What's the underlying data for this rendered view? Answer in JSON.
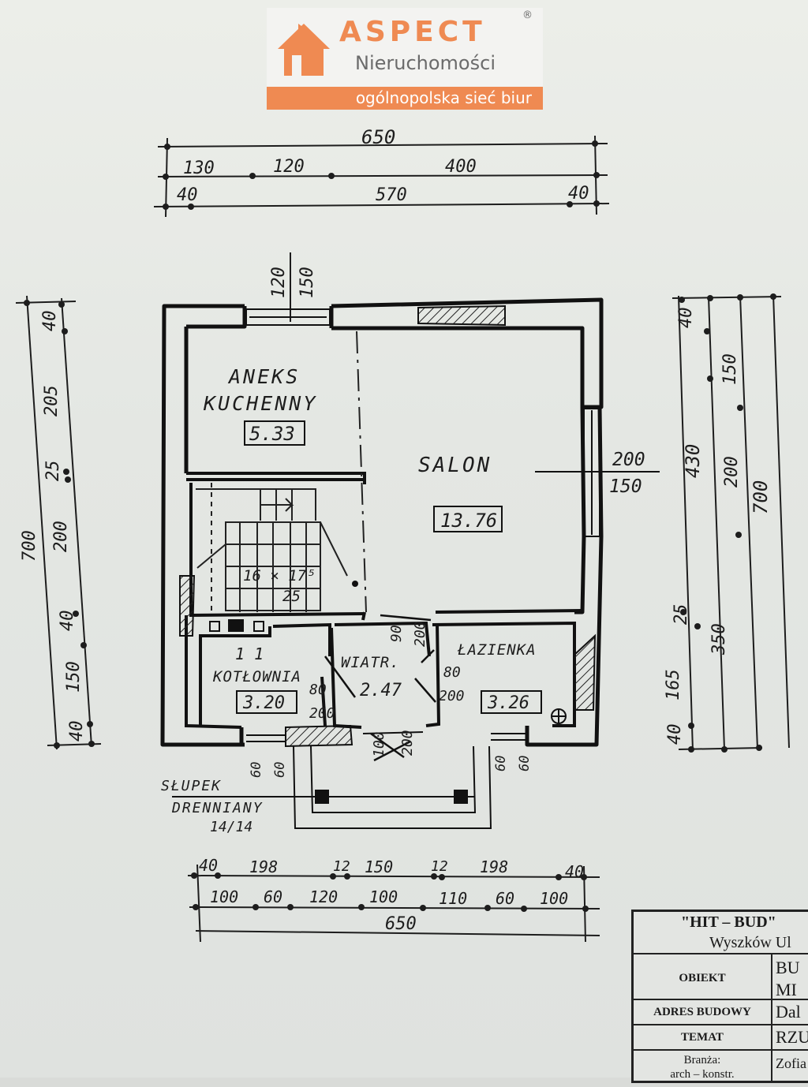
{
  "logo": {
    "brand": "ASPECT",
    "registered": "®",
    "subtitle": "Nieruchomości",
    "tagline": "ogólnopolska sieć biur"
  },
  "rooms": {
    "kitchen_line1": "ANEKS",
    "kitchen_line2": "KUCHENNY",
    "kitchen_area": "5.33",
    "salon": "SALON",
    "salon_area": "13.76",
    "stairs": "16 × 17⁵",
    "stairs_sub": "25",
    "boiler": "KOTŁOWNIA",
    "boiler_mark": "1 1",
    "boiler_area": "3.20",
    "vestibule": "WIATR.",
    "vestibule_area": "2.47",
    "bathroom": "ŁAZIENKA",
    "bathroom_area": "3.26"
  },
  "notes": {
    "post_line1": "SŁUPEK",
    "post_line2": "DRENNIANY",
    "post_line3": "14/14"
  },
  "dims": {
    "top_total": "650",
    "top_a": "130",
    "top_b": "120",
    "top_c": "400",
    "top_d": "40",
    "top_e": "570",
    "top_f": "40",
    "top_window_a": "120",
    "top_window_b": "150",
    "left_a": "40",
    "left_b": "205",
    "left_c": "25",
    "left_d": "200",
    "left_e": "40",
    "left_f": "150",
    "left_g": "40",
    "left_total": "700",
    "right_a": "40",
    "right_b": "150",
    "right_c": "430",
    "right_d": "200",
    "right_e": "700",
    "right_f": "25",
    "right_g": "350",
    "right_h": "165",
    "right_i": "40",
    "salon_win_a": "200",
    "salon_win_b": "150",
    "door_a1": "90",
    "door_a2": "200",
    "door_b1": "80",
    "door_b2": "200",
    "door_c1": "80",
    "door_c2": "200",
    "door_d1": "100",
    "door_d2": "200",
    "win_l1": "60",
    "win_l2": "60",
    "win_r1": "60",
    "win_r2": "60",
    "bot1_a": "40",
    "bot1_b": "198",
    "bot1_c": "12",
    "bot1_d": "150",
    "bot1_e": "12",
    "bot1_f": "198",
    "bot1_g": "40",
    "bot2_a": "100",
    "bot2_b": "60",
    "bot2_c": "120",
    "bot2_d": "100",
    "bot2_e": "110",
    "bot2_f": "60",
    "bot2_g": "100",
    "bot_total": "650"
  },
  "title_block": {
    "company": "\"HIT – BUD\"",
    "city": "Wyszków Ul",
    "obiekt_label": "OBIEKT",
    "obiekt_val1": "BU",
    "obiekt_val2": "MI",
    "adres_label": "ADRES BUDOWY",
    "adres_val": "Dal",
    "temat_label": "TEMAT",
    "temat_val": "RZU",
    "branza_label1": "Branża:",
    "branza_label2": "arch – konstr.",
    "branza_val": "Zofia"
  },
  "colors": {
    "brand": "#ef8a52",
    "ink": "#1d1d1d",
    "paper": "#e6e8e4"
  }
}
